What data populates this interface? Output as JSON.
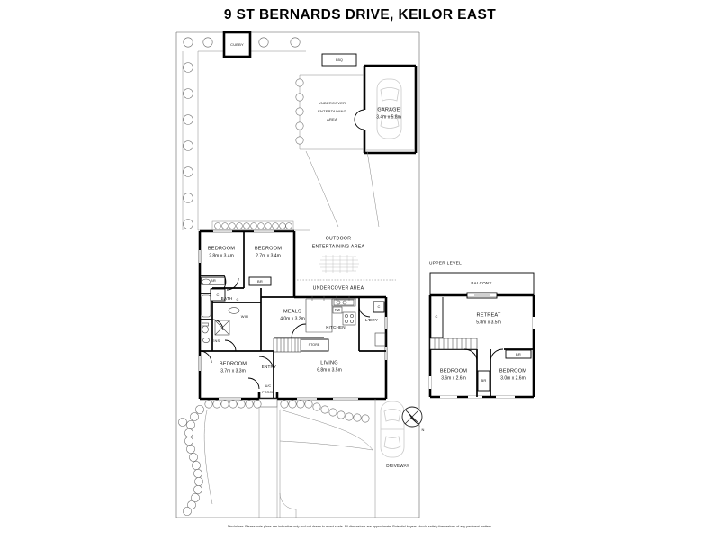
{
  "document": {
    "title": "9 ST BERNARDS DRIVE, KEILOR EAST",
    "disclaimer": "Disclaimer: Please note plans are indicative only and not drawn to exact scale. All dimensions are approximate. Potential buyers should satisfy themselves of any pertinent matters.",
    "type": "real-estate-floor-plan"
  },
  "ground_floor": {
    "outdoor": {
      "cubby_label": "CUBBY",
      "bbq_label": "BBQ",
      "undercover_entertaining_label": "UNDERCOVER\nENTERTAINING\nAREA",
      "undercover_entertaining_l1": "UNDERCOVER",
      "undercover_entertaining_l2": "ENTERTAINING",
      "undercover_entertaining_l3": "AREA",
      "outdoor_entertaining_l1": "OUTDOOR",
      "outdoor_entertaining_l2": "ENTERTAINING AREA",
      "undercover_area_label": "UNDERCOVER AREA",
      "driveway_label": "DRIVEWAY"
    },
    "garage": {
      "name": "GARAGE",
      "dimensions": "3.4m x 5.8m"
    },
    "rooms": [
      {
        "name": "BEDROOM",
        "dimensions": "2.8m x 3.4m"
      },
      {
        "name": "BEDROOM",
        "dimensions": "2.7m x 3.4m"
      },
      {
        "name": "BEDROOM",
        "dimensions": "3.7m x 3.3m"
      },
      {
        "name": "MEALS",
        "dimensions": "4.0m x 3.2m"
      },
      {
        "name": "LIVING",
        "dimensions": "6.8m x 3.5m"
      }
    ],
    "spaces": {
      "kitchen": "KITCHEN",
      "laundry": "L'DRY",
      "bath": "BATH",
      "ensuite": "ENS",
      "wir": "WIR",
      "store": "STORE",
      "entry": "ENTRY",
      "porch_l1": "U/C",
      "porch_l2": "PORCH"
    },
    "fixtures": {
      "robe_1": "BR",
      "robe_2": "BR",
      "cupboard_1": "C",
      "cupboard_2": "C",
      "cupboard_3": "C",
      "dishwasher": "DW"
    }
  },
  "upper_floor": {
    "section_label": "UPPER LEVEL",
    "balcony_label": "BALCONY",
    "rooms": [
      {
        "name": "RETREAT",
        "dimensions": "5.8m x 3.5m"
      },
      {
        "name": "BEDROOM",
        "dimensions": "3.6m x 2.6m"
      },
      {
        "name": "BEDROOM",
        "dimensions": "3.0m x 2.6m"
      }
    ],
    "fixtures": {
      "cupboard": "C",
      "robe_1": "BR",
      "robe_2": "BR"
    }
  },
  "compass": {
    "north_label": "N"
  },
  "colors": {
    "wall": "#000000",
    "background": "#ffffff",
    "text": "#111111",
    "light_line": "#888888",
    "car_outline": "#c9c9c9"
  }
}
